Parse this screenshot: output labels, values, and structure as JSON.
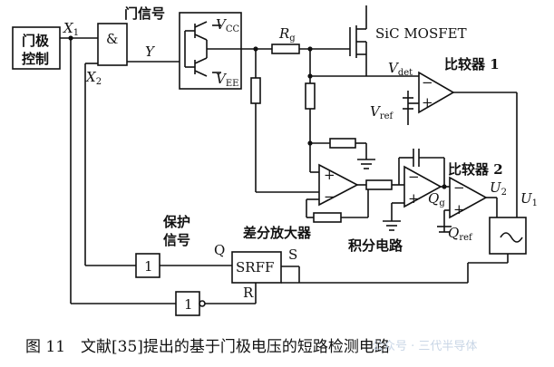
{
  "gate_control": {
    "line1": "门极",
    "line2": "控制"
  },
  "and_gate": {
    "symbol": "&",
    "input1": "X",
    "input1_sub": "1",
    "input2": "X",
    "input2_sub": "2",
    "output": "Y"
  },
  "gate_signal_label": "门信号",
  "driver": {
    "vcc": "V",
    "vcc_sub": "CC",
    "vee": "V",
    "vee_sub": "EE"
  },
  "rg": {
    "main": "R",
    "sub": "g"
  },
  "mosfet_label": "SiC MOSFET",
  "vdet": {
    "main": "V",
    "sub": "det"
  },
  "comparator1": {
    "label": "比较器 1"
  },
  "vref": {
    "main": "V",
    "sub": "ref"
  },
  "diff_amp_label": "差分放大器",
  "integrator_label": "积分电路",
  "qg": {
    "main": "Q",
    "sub": "g"
  },
  "qref": {
    "main": "Q",
    "sub": "ref"
  },
  "comparator2": {
    "label": "比较器 2"
  },
  "u2": {
    "main": "U",
    "sub": "2"
  },
  "u1": {
    "main": "U",
    "sub": "1"
  },
  "protect_signal": {
    "line1": "保护",
    "line2": "信号"
  },
  "srff": {
    "label": "SRFF",
    "q": "Q",
    "s": "S",
    "r": "R"
  },
  "buffer_gate": {
    "symbol": "1"
  },
  "inverter_gate": {
    "symbol": "1"
  },
  "caption": "图 11　文献[35]提出的基于门极电压的短路检测电路",
  "watermark": "公众号 · 三代半导体"
}
